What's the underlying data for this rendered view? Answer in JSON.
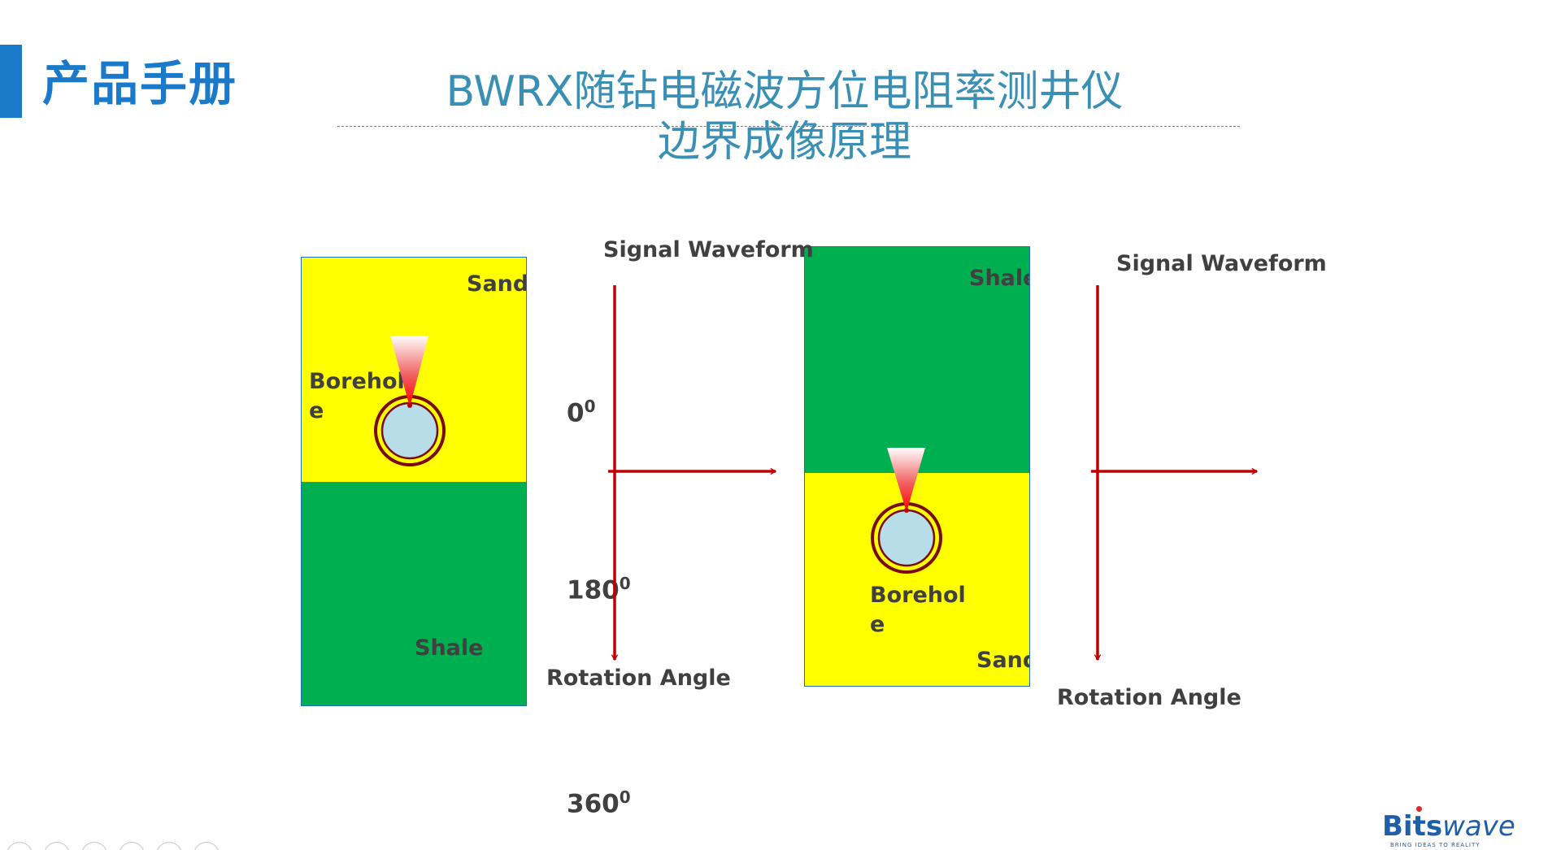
{
  "header": {
    "section_title": "产品手册",
    "title_line1": "BWRX随钻电磁波方位电阻率测井仪",
    "title_line2": "边界成像原理"
  },
  "left_panel": {
    "top_layer": "Sand",
    "bottom_layer": "Shale",
    "borehole_label": "Borehole"
  },
  "left_chart": {
    "signal_label": "Signal Waveform",
    "rotation_label": "Rotation Angle",
    "angle_0": "0",
    "angle_180": "180",
    "angle_360": "360",
    "superscript": "0"
  },
  "right_panel": {
    "top_layer": "Shale",
    "bottom_layer": "Sand",
    "borehole_label": "Borehole"
  },
  "right_chart": {
    "signal_label": "Signal Waveform",
    "rotation_label": "Rotation Angle"
  },
  "logo": {
    "brand_bold": "Bits",
    "brand_italic": "wave",
    "tagline": "BRING IDEAS TO REALITY"
  },
  "colors": {
    "sand": "#ffff00",
    "shale": "#00b050",
    "arrow": "#c00000",
    "title": "#3a8fb4",
    "section": "#1a7ac9",
    "borehole_fill": "#b7dde8",
    "borehole_ring": "#7b0a0a"
  },
  "icons": {
    "borehole": "borehole-circle-icon",
    "antenna": "antenna-cone-icon",
    "axis_arrow": "arrow-icon"
  }
}
